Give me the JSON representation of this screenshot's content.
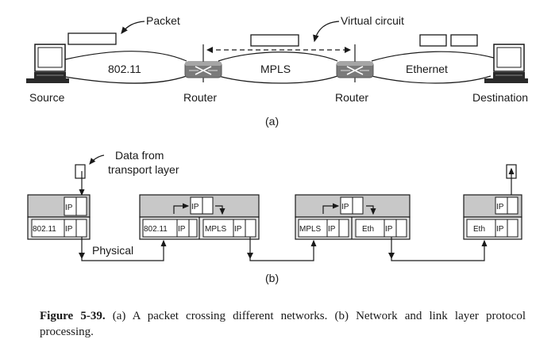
{
  "diagram_a": {
    "packet_label": "Packet",
    "virtual_circuit_label": "Virtual circuit",
    "networks": [
      "802.11",
      "MPLS",
      "Ethernet"
    ],
    "nodes": [
      "Source",
      "Router",
      "Router",
      "Destination"
    ],
    "sublabel": "(a)"
  },
  "diagram_b": {
    "data_label_line1": "Data from",
    "data_label_line2": "transport layer",
    "physical_label": "Physical",
    "sublabel": "(b)",
    "hosts": [
      {
        "network": "IP",
        "links": [
          {
            "link": "802.11",
            "net": "IP"
          }
        ]
      },
      {
        "network": "IP",
        "links": [
          {
            "link": "802.11",
            "net": "IP"
          },
          {
            "link": "MPLS",
            "net": "IP"
          }
        ]
      },
      {
        "network": "IP",
        "links": [
          {
            "link": "MPLS",
            "net": "IP"
          },
          {
            "link": "Eth",
            "net": "IP"
          }
        ]
      },
      {
        "network": "IP",
        "links": [
          {
            "link": "Eth",
            "net": "IP"
          }
        ]
      }
    ]
  },
  "caption": {
    "figure_label": "Figure 5-39.",
    "text": " (a) A packet crossing different networks. (b) Network and link layer protocol processing."
  },
  "colors": {
    "network_layer_fill": "#c8c8c8",
    "router_fill": "#7a7a7a",
    "line": "#1a1a1a"
  }
}
